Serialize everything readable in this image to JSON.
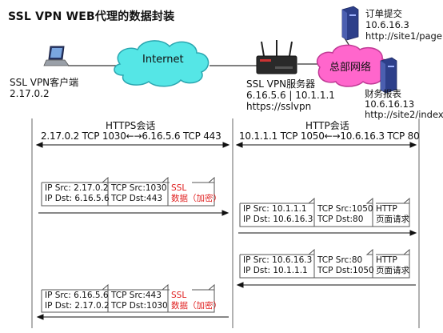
{
  "title": "SSL VPN WEB代理的数据封装",
  "client": {
    "name": "SSL VPN客户端",
    "ip": "2.17.0.2"
  },
  "internet": {
    "label": "Internet"
  },
  "server": {
    "name": "SSL VPN服务器",
    "ips": "6.16.5.6 | 10.1.1.1",
    "url": "https://sslvpn"
  },
  "hq": {
    "label": "总部网络"
  },
  "site1": {
    "name": "订单提交",
    "ip": "10.6.16.3",
    "url": "http://site1/page"
  },
  "site2": {
    "name": "财务报表",
    "ip": "10.6.16.13",
    "url": "http://site2/index"
  },
  "https_session": {
    "label": "HTTPS会话",
    "flow": "2.17.0.2 TCP 1030←→6.16.5.6 TCP 443"
  },
  "http_session": {
    "label": "HTTP会话",
    "flow": "10.1.1.1 TCP 1050←→10.6.16.3 TCP 80"
  },
  "packets": {
    "p1": {
      "ip_src": "IP Src: 2.17.0.2",
      "ip_dst": "IP Dst: 6.16.5.6",
      "tcp_src": "TCP Src:1030",
      "tcp_dst": "TCP Dst:443",
      "payload1": "SSL",
      "payload2": "数据（加密）"
    },
    "p2": {
      "ip_src": "IP Src: 10.1.1.1",
      "ip_dst": "IP Dst: 10.6.16.3",
      "tcp_src": "TCP Src:1050",
      "tcp_dst": "TCP Dst:80",
      "payload1": "HTTP",
      "payload2": "页面请求"
    },
    "p3": {
      "ip_src": "IP Src: 10.6.16.3",
      "ip_dst": "IP Dst: 10.1.1.1",
      "tcp_src": "TCP Src:80",
      "tcp_dst": "TCP Dst:1050",
      "payload1": "HTTP",
      "payload2": "页面请求"
    },
    "p4": {
      "ip_src": "IP Src: 6.16.5.6",
      "ip_dst": "IP Dst: 2.17.0.2",
      "tcp_src": "TCP Src:443",
      "tcp_dst": "TCP Dst:1030",
      "payload1": "SSL",
      "payload2": "数据（加密）"
    }
  },
  "colors": {
    "cloud": "#55e6e6",
    "cloud_stroke": "#2aa6b0",
    "hq_cloud": "#ff66cc",
    "hq_stroke": "#c03a95",
    "payload_red": "#e02020",
    "server_dark": "#2a2a2a",
    "tower_blue": "#2d3f8a"
  }
}
